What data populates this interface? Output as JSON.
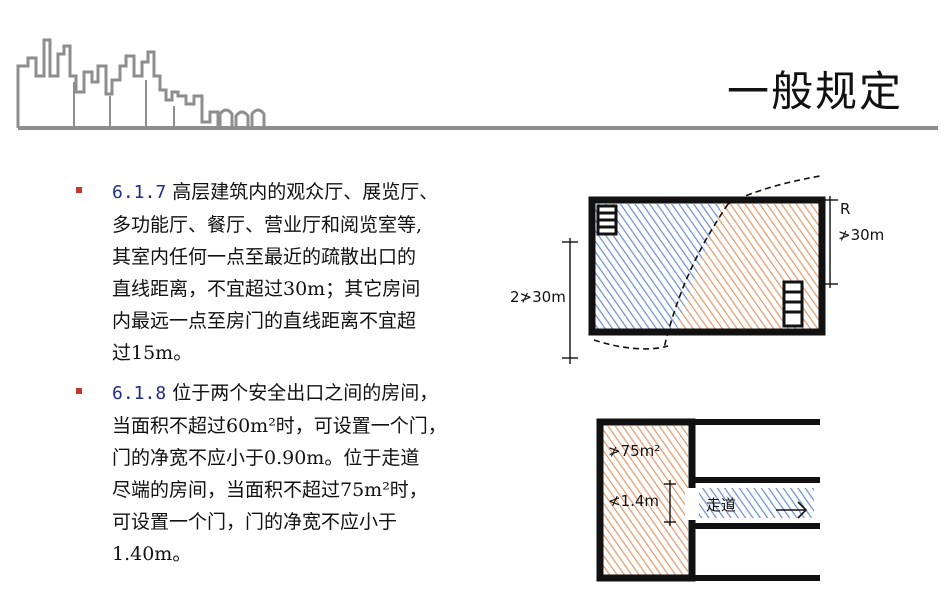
{
  "slide": {
    "title": "一般规定"
  },
  "items": [
    {
      "number": "6.1.7",
      "lines": [
        "高层建筑内的观众厅、展览厅、",
        "多功能厅、餐厅、营业厅和阅览室等,",
        "其室内任何一点至最近的疏散出口的",
        "直线距离，不宜超过30m；其它房间",
        "内最远一点至房门的直线距离不宜超",
        "过15m。"
      ]
    },
    {
      "number": "6.1.8",
      "lines": [
        "位于两个安全出口之间的房间，",
        "当面积不超过60m²时，可设置一个门，",
        "门的净宽不应小于0.90m。位于走道",
        "尽端的房间，当面积不超过75m²时，",
        "可设置一个门，门的净宽不应小于",
        "1.40m。"
      ]
    }
  ],
  "sketch_top": {
    "label_right_r": "R",
    "label_right": "≯30m",
    "label_left": "2≯30m"
  },
  "sketch_bottom": {
    "label_area": "≯75m²",
    "label_width": "≮1.4m",
    "label_corridor": "走道"
  },
  "colors": {
    "bullet": "#c0392b",
    "number": "#1f2d86",
    "rule": "#8e8e8e",
    "hatch_blue": "#4f79c9",
    "hatch_orange": "#e0844a"
  }
}
